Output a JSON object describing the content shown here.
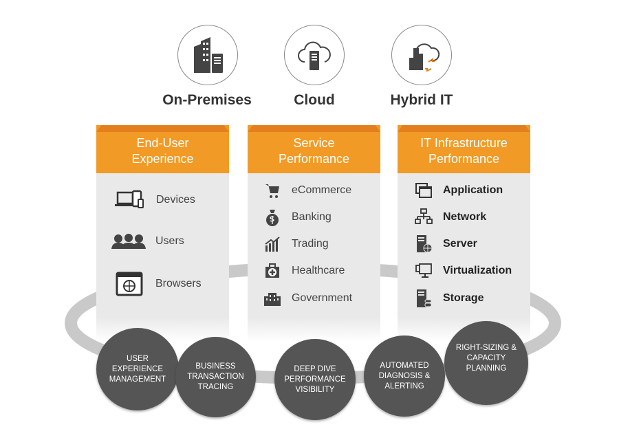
{
  "deployments": [
    {
      "label": "On-Premises",
      "icon": "buildings-server-icon"
    },
    {
      "label": "Cloud",
      "icon": "cloud-server-icon"
    },
    {
      "label": "Hybrid IT",
      "icon": "hybrid-cloud-icon"
    }
  ],
  "columns": [
    {
      "title_line1": "End-User",
      "title_line2": "Experience",
      "items": [
        {
          "label": "Devices",
          "icon": "devices-icon"
        },
        {
          "label": "Users",
          "icon": "users-icon"
        },
        {
          "label": "Browsers",
          "icon": "browser-globe-icon"
        }
      ]
    },
    {
      "title_line1": "Service",
      "title_line2": "Performance",
      "items": [
        {
          "label": "eCommerce",
          "icon": "cart-icon"
        },
        {
          "label": "Banking",
          "icon": "money-bag-icon"
        },
        {
          "label": "Trading",
          "icon": "chart-up-icon"
        },
        {
          "label": "Healthcare",
          "icon": "medical-kit-icon"
        },
        {
          "label": "Government",
          "icon": "government-building-icon"
        }
      ]
    },
    {
      "title_line1": "IT Infrastructure",
      "title_line2": "Performance",
      "items": [
        {
          "label": "Application",
          "icon": "windows-icon"
        },
        {
          "label": "Network",
          "icon": "network-icon"
        },
        {
          "label": "Server",
          "icon": "server-icon"
        },
        {
          "label": "Virtualization",
          "icon": "monitor-icon"
        },
        {
          "label": "Storage",
          "icon": "storage-icon"
        }
      ]
    }
  ],
  "capabilities": [
    {
      "l1": "USER",
      "l2": "EXPERIENCE",
      "l3": "MANAGEMENT"
    },
    {
      "l1": "BUSINESS",
      "l2": "TRANSACTION",
      "l3": "TRACING"
    },
    {
      "l1": "DEEP DIVE",
      "l2": "PERFORMANCE",
      "l3": "VISIBILITY"
    },
    {
      "l1": "AUTOMATED",
      "l2": "DIAGNOSIS &",
      "l3": "ALERTING"
    },
    {
      "l1": "RIGHT-SIZING &",
      "l2": "CAPACITY",
      "l3": "PLANNING"
    }
  ],
  "colors": {
    "orange": "#f29a26",
    "bubble": "#555555",
    "ring": "#c9c9c9"
  }
}
